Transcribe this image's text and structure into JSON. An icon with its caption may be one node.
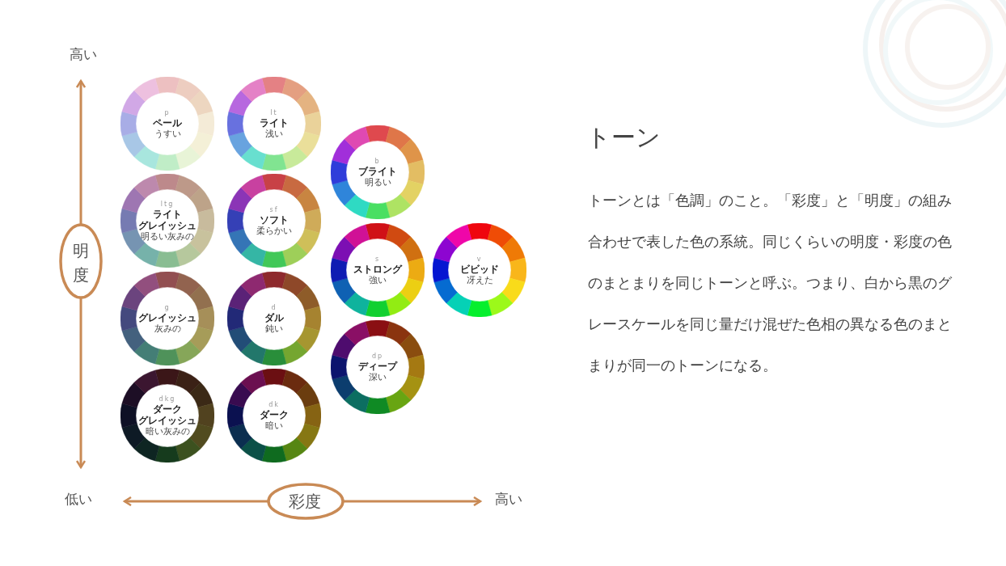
{
  "diagram": {
    "title": "トーン",
    "nodes": [
      {
        "text": [
          "p",
          "ペール",
          "うすい"
        ]
      },
      {
        "text": [
          "lt",
          "ライト",
          "浅い"
        ]
      },
      {
        "text": [
          "b",
          "ブライト",
          "明るい"
        ]
      },
      {
        "text": [
          "ltg",
          "ライト",
          "グレイッシュ",
          "明るい灰みの"
        ]
      },
      {
        "text": [
          "sf",
          "ソフト",
          "柔らかい"
        ]
      },
      {
        "text": [
          "s",
          "ストロング",
          "強い"
        ]
      },
      {
        "text": [
          "v",
          "ビビッド",
          "冴えた"
        ]
      },
      {
        "text": [
          "g",
          "グレイッシュ",
          "灰みの"
        ]
      },
      {
        "text": [
          "d",
          "ダル",
          "鈍い"
        ]
      },
      {
        "text": [
          "dp",
          "ディープ",
          "深い"
        ]
      },
      {
        "text": [
          "dkg",
          "ダーク",
          "グレイッシュ",
          "暗い灰みの"
        ]
      },
      {
        "text": [
          "dk",
          "ダーク",
          "暗い"
        ]
      }
    ],
    "edges": [],
    "labels": [
      "高い",
      "明度",
      "低い",
      "彩度",
      "高い",
      "トーンとは「色調」のこと。「彩度」と「明度」の組み合わせで表した色の系統。同じくらいの明度・彩度の色のまとまりを同じトーンと呼ぶ。つまり、白から黒のグレースケールを同じ量だけ混ぜた色相の異なる色のまとまりが同一のトーンになる。"
    ]
  }
}
